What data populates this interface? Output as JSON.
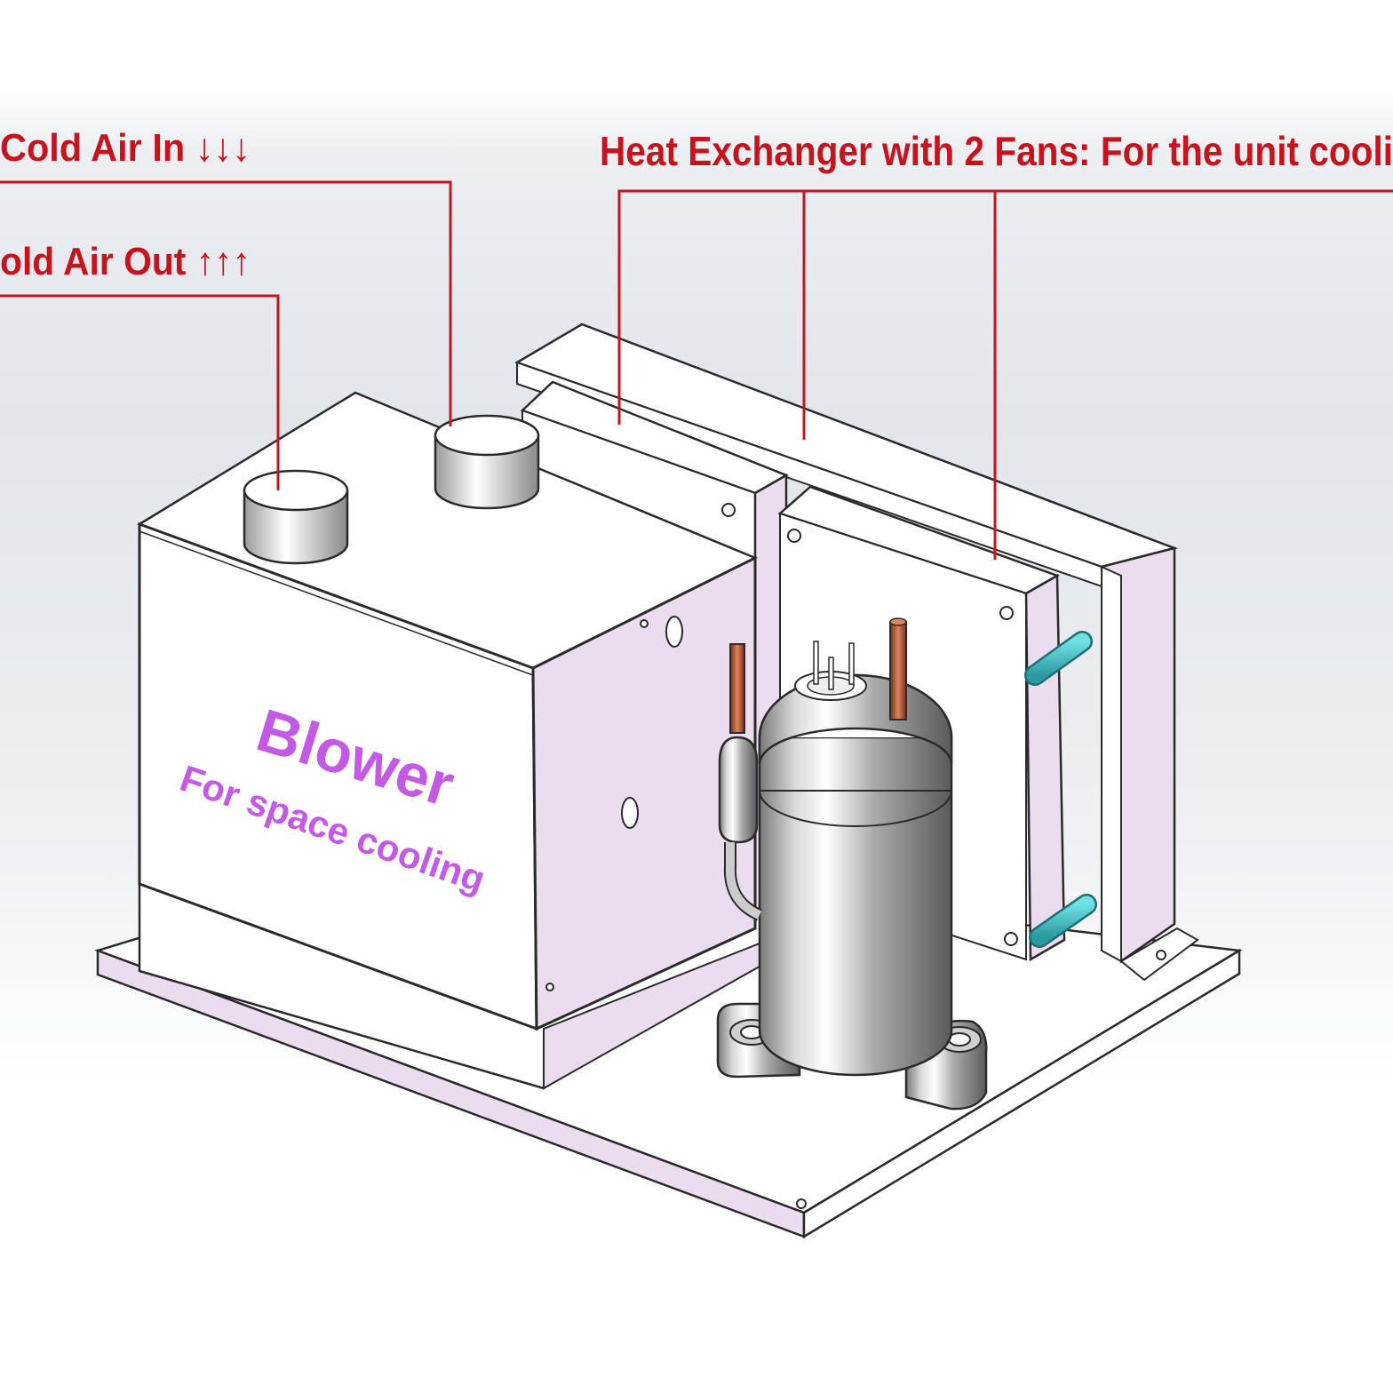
{
  "callouts": {
    "cold_air_in": "Cold Air In ↓↓↓",
    "cold_air_out": "old Air Out ↑↑↑",
    "heat_exchanger": "Heat Exchanger with 2 Fans: For the unit cooli"
  },
  "blower_label": {
    "title": "Blower",
    "subtitle": "For space cooling"
  },
  "colors": {
    "callout": "#c4141d",
    "product_text": "#c25ae6",
    "panel_tint": "#ecdcf0",
    "outline": "#2a2a2a",
    "pipe": "#3fc4c9",
    "copper": "#b8502f"
  }
}
